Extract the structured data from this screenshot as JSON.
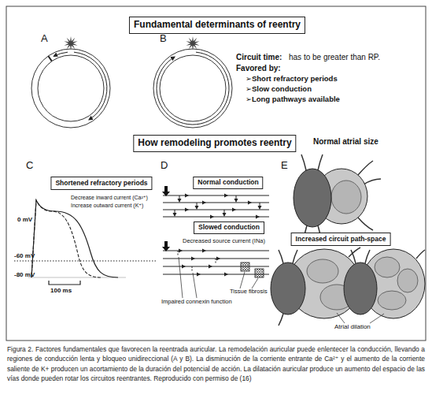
{
  "diagram": {
    "caption": "Figura 2. Factores fundamentales que favorecen la reentrada auricular. La remodelación auricular puede enlentecer la conducción, llevando a regiones de conducción lenta y bloqueo unidireccional (A y B). La disminución de la corriente entrante de Ca²⁺ y el aumento de la corriente saliente de K+ producen un acortamiento de la duración del potencial de acción. La dilatación auricular produce un aumento del espacio de las vías donde pueden rotar los circuitos reentrantes. Reproducido con permiso de (16)",
    "nodes": [
      {
        "text": [
          "Fundamental determinants of reentry"
        ]
      },
      {
        "text": [
          "How remodeling promotes reentry"
        ]
      },
      {
        "text": [
          "Shortened refractory periods"
        ]
      },
      {
        "text": [
          "Normal conduction"
        ]
      },
      {
        "text": [
          "Slowed conduction"
        ]
      },
      {
        "text": [
          "Increased circuit path-space"
        ]
      }
    ],
    "labels": [
      "A",
      "B",
      "Circuit time:",
      "has to be greater than RP.",
      "Favored by:",
      "➢Short refractory periods",
      "➢Slow conduction",
      "➢Long pathways available",
      "Normal atrial size",
      "C",
      "Decrease inward current (Ca²⁺)",
      "Increase outward current (K⁺)",
      "0 mV",
      "-60 mV",
      "-80 mV",
      "100 ms",
      "D",
      "Decreased source current (INa)",
      "Impaired connexin function",
      "Tissue fibrosis",
      "E",
      "Atrial dilation"
    ]
  }
}
